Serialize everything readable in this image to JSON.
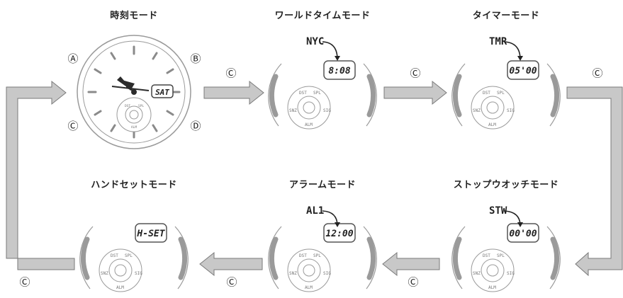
{
  "modes": {
    "timekeeping": {
      "title": "時刻モード",
      "day": "SAT"
    },
    "world_time": {
      "title": "ワールドタイムモード",
      "city": "NYC",
      "display": "8:08"
    },
    "timer": {
      "title": "タイマーモード",
      "code": "TMR",
      "display": "05'00"
    },
    "stopwatch": {
      "title": "ストップウオッチモード",
      "code": "STW",
      "display": "00'00"
    },
    "alarm": {
      "title": "アラームモード",
      "code": "AL1",
      "display": "12:00"
    },
    "hand_setting": {
      "title": "ハンドセットモード",
      "display": "H-SET"
    }
  },
  "buttons": {
    "a": "Ⓐ",
    "b": "Ⓑ",
    "c": "Ⓒ",
    "d": "Ⓓ"
  },
  "subdial": {
    "top_left": "DST",
    "top_right": "SPL",
    "left": "SNZ",
    "right": "SIG",
    "bottom": "ALM"
  },
  "transition_button": "Ⓒ",
  "colors": {
    "arrow_fill": "#c8c8c8",
    "arrow_stroke": "#7a7a7a",
    "watch_gray": "#9a9a9a",
    "hand": "#2b2b2b"
  }
}
